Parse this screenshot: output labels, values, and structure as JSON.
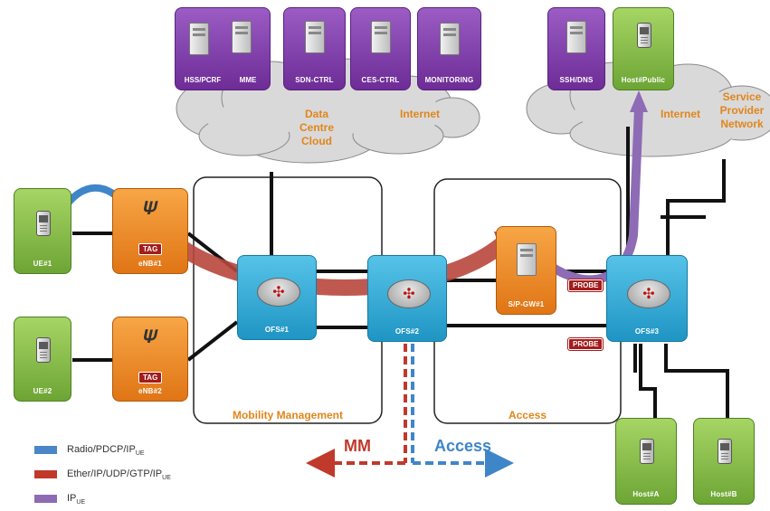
{
  "colors": {
    "radio": "#4a86c8",
    "ether": "#c0392b",
    "ip": "#8e6bb5",
    "region_label": "#e0861c",
    "cloud": "#d9d9d9"
  },
  "servers": {
    "hss": "HSS/PCRF",
    "mme": "MME",
    "sdn": "SDN-CTRL",
    "ces": "CES-CTRL",
    "monitoring": "MONITORING",
    "ssh": "SSH/DNS",
    "host_public": "Host#Public"
  },
  "clouds": {
    "dc_line1": "Data",
    "dc_line2": "Centre",
    "dc_line3": "Cloud",
    "internet_left": "Internet",
    "internet_right": "Internet",
    "sp_line1": "Service",
    "sp_line2": "Provider",
    "sp_line3": "Network"
  },
  "ues": {
    "ue1": "UE#1",
    "ue2": "UE#2"
  },
  "enbs": {
    "enb1": "eNB#1",
    "enb2": "eNB#2",
    "tag": "TAG"
  },
  "switches": {
    "ofs1": "OFS#1",
    "ofs2": "OFS#2",
    "ofs3": "OFS#3"
  },
  "gateway": "S/P-GW#1",
  "probe": "PROBE",
  "regions": {
    "mobility": "Mobility Management",
    "access": "Access"
  },
  "arrows": {
    "mm": "MM",
    "access": "Access"
  },
  "hosts": {
    "hosta": "Host#A",
    "hostb": "Host#B"
  },
  "legend": [
    {
      "main": "Radio/PDCP/IP",
      "sub": "UE",
      "color": "#4a86c8"
    },
    {
      "main": "Ether/IP/UDP/GTP/IP",
      "sub": "UE",
      "color": "#c0392b"
    },
    {
      "main": "IP",
      "sub": "UE",
      "color": "#8e6bb5"
    }
  ]
}
